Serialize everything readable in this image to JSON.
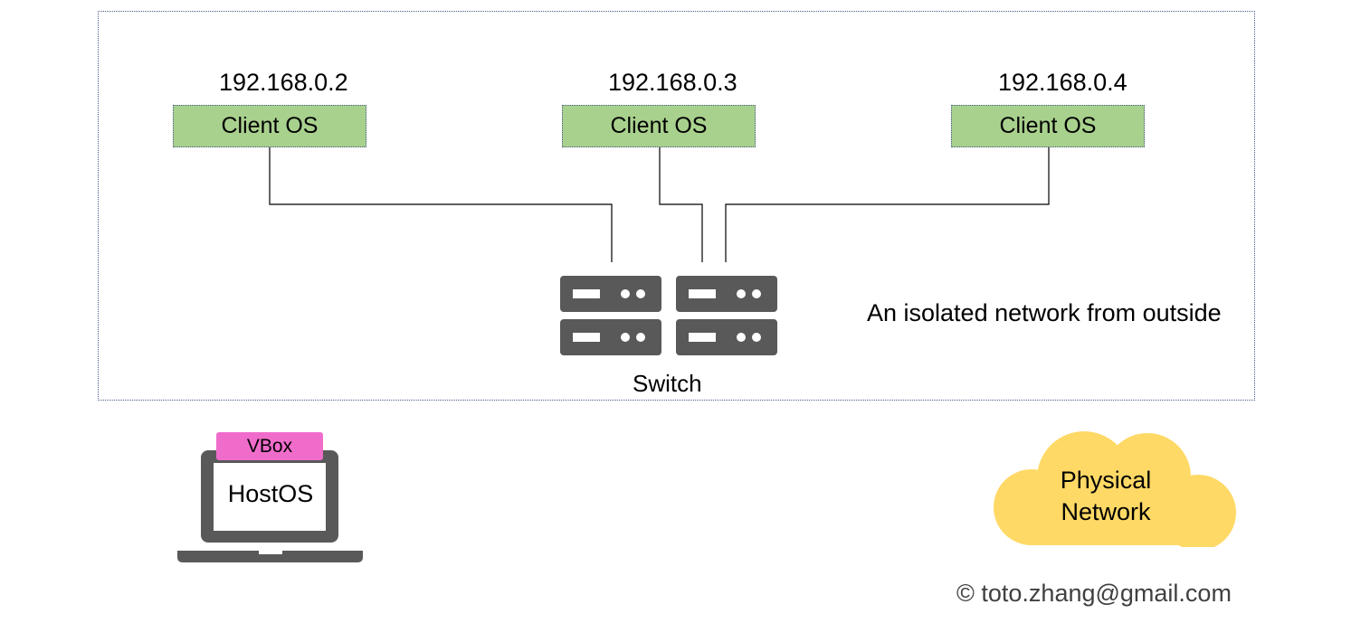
{
  "clients": [
    {
      "ip": "192.168.0.2",
      "label": "Client OS"
    },
    {
      "ip": "192.168.0.3",
      "label": "Client OS"
    },
    {
      "ip": "192.168.0.4",
      "label": "Client OS"
    }
  ],
  "switch": {
    "label": "Switch",
    "icon": "server-rack-icon"
  },
  "network_caption": "An isolated network from outside",
  "host": {
    "tag": "VBox",
    "label": "HostOS",
    "icon": "laptop-icon"
  },
  "cloud": {
    "line1": "Physical",
    "line2": "Network",
    "icon": "cloud-icon"
  },
  "copyright": "© toto.zhang@gmail.com",
  "colors": {
    "client_fill": "#a9d18e",
    "vbox_fill": "#f06ccb",
    "cloud_fill": "#ffd966",
    "device_gray": "#595959",
    "frame_border": "#4a5a8a"
  }
}
